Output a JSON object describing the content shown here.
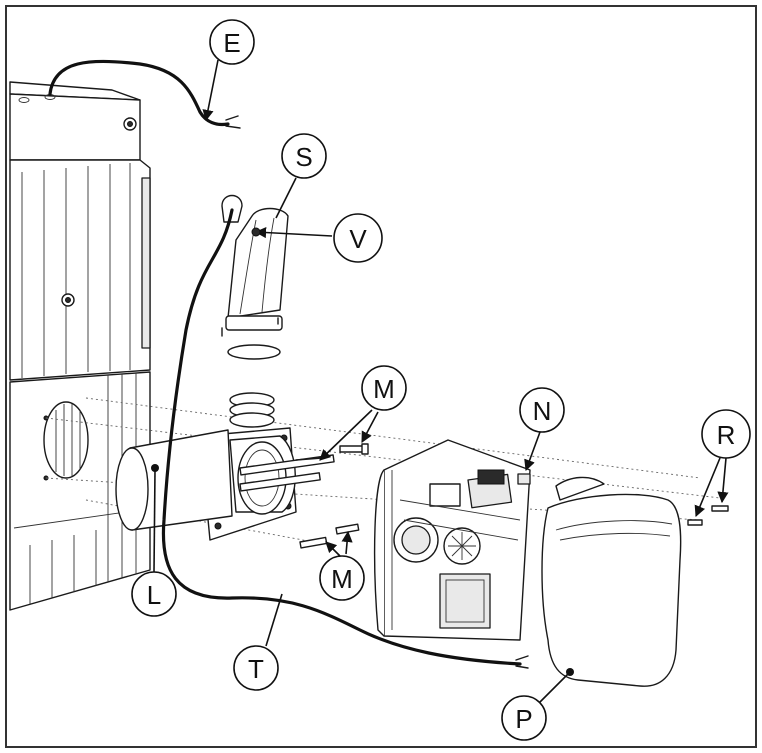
{
  "callouts": {
    "E": "E",
    "S": "S",
    "V": "V",
    "M_top": "M",
    "N": "N",
    "R": "R",
    "L": "L",
    "M_bottom": "M",
    "T": "T",
    "P": "P"
  },
  "colors": {
    "line": "#1a1a1a",
    "background": "#ffffff",
    "frame": "#333333"
  }
}
